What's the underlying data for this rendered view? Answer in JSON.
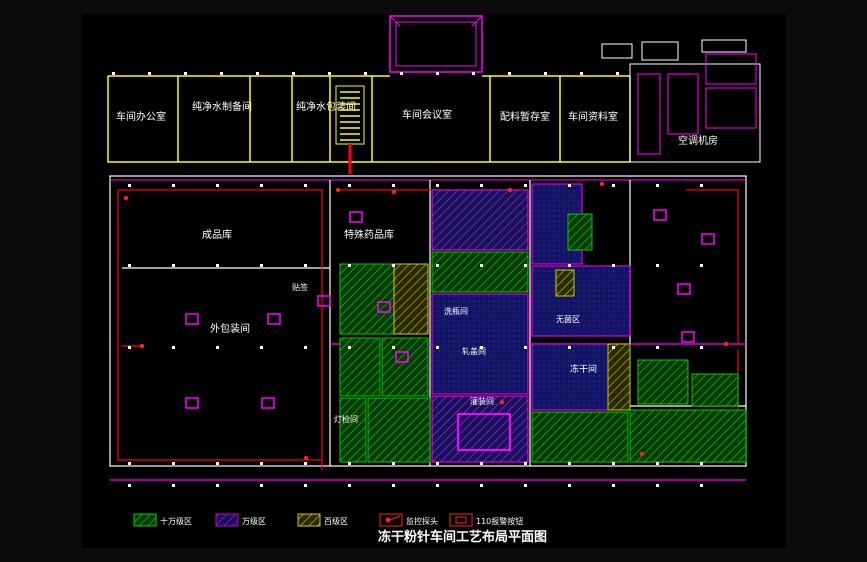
{
  "title": "冻干粉针车间工艺布局平面图",
  "rooms": {
    "office": "车间办公室",
    "pure_water": "纯净水制备间",
    "pure_pack": "纯净水包装间",
    "meeting": "车间会议室",
    "temp_store": "配料暂存室",
    "material_store": "车间资料室",
    "aircon": "空调机房",
    "finished": "成品库",
    "outer_pack": "外包装间",
    "special_drug": "特殊药品库",
    "light_inspect": "灯检间",
    "freeze_dry": "冻干间",
    "aseptic": "无菌区",
    "filling": "灌装间",
    "wash": "洗瓶间",
    "label": "贴签",
    "cap": "轧盖间"
  },
  "legend": [
    {
      "label": "十万级区",
      "color": "#00cc00",
      "pattern": "hatch-green"
    },
    {
      "label": "万级区",
      "color": "#cc00cc",
      "pattern": "hatch-magenta"
    },
    {
      "label": "百级区",
      "color": "#cccc00",
      "pattern": "hatch-yellow"
    },
    {
      "label": "监控探头",
      "color": "#ff2222",
      "pattern": "camera"
    },
    {
      "label": "110报警按钮",
      "color": "#ff2222",
      "pattern": "alarm"
    }
  ],
  "colors": {
    "wall": "#ffffff",
    "upper_wall": "#ffff00",
    "red_line": "#ff0000",
    "magenta": "#ff00ff",
    "blue_fill": "#1a1a6e",
    "green_hatch": "#00aa00",
    "yellow_hatch": "#aaaa00"
  }
}
